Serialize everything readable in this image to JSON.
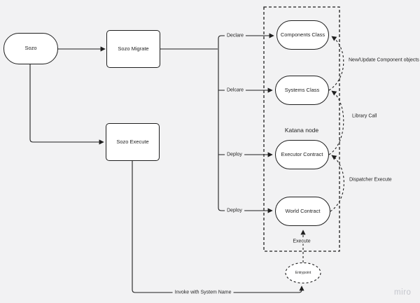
{
  "canvas": {
    "background": "#f2f2f3",
    "stroke_color": "#1f1f1f",
    "shape_fill": "#ffffff"
  },
  "nodes": {
    "sozo": {
      "label": "Sozo",
      "shape": "stadium"
    },
    "sozo_migrate": {
      "label": "Sozo Migrate",
      "shape": "rectangle"
    },
    "sozo_execute": {
      "label": "Sozo Execute",
      "shape": "rectangle"
    },
    "components_class": {
      "label": "Components Class",
      "shape": "stadium"
    },
    "systems_class": {
      "label": "Systems Class",
      "shape": "stadium"
    },
    "executor_contract": {
      "label": "Executor Contract",
      "shape": "stadium"
    },
    "world_contract": {
      "label": "World Contract",
      "shape": "stadium"
    },
    "entrypoint": {
      "label": "Entrypoint",
      "shape": "dashed-ellipse"
    }
  },
  "container": {
    "label": "Katana node",
    "style": "dashed-rectangle"
  },
  "edge_labels": {
    "declare": "Declare",
    "delcare": "Delcare",
    "deploy_executor": "Deploy",
    "deploy_world": "Deploy",
    "new_update": "New/Update Component objects",
    "library_call": "Library Call",
    "dispatcher_execute": "Dispatcher Execute",
    "execute": "Execute",
    "invoke": "Invoke with System Name"
  },
  "watermark": "miro"
}
